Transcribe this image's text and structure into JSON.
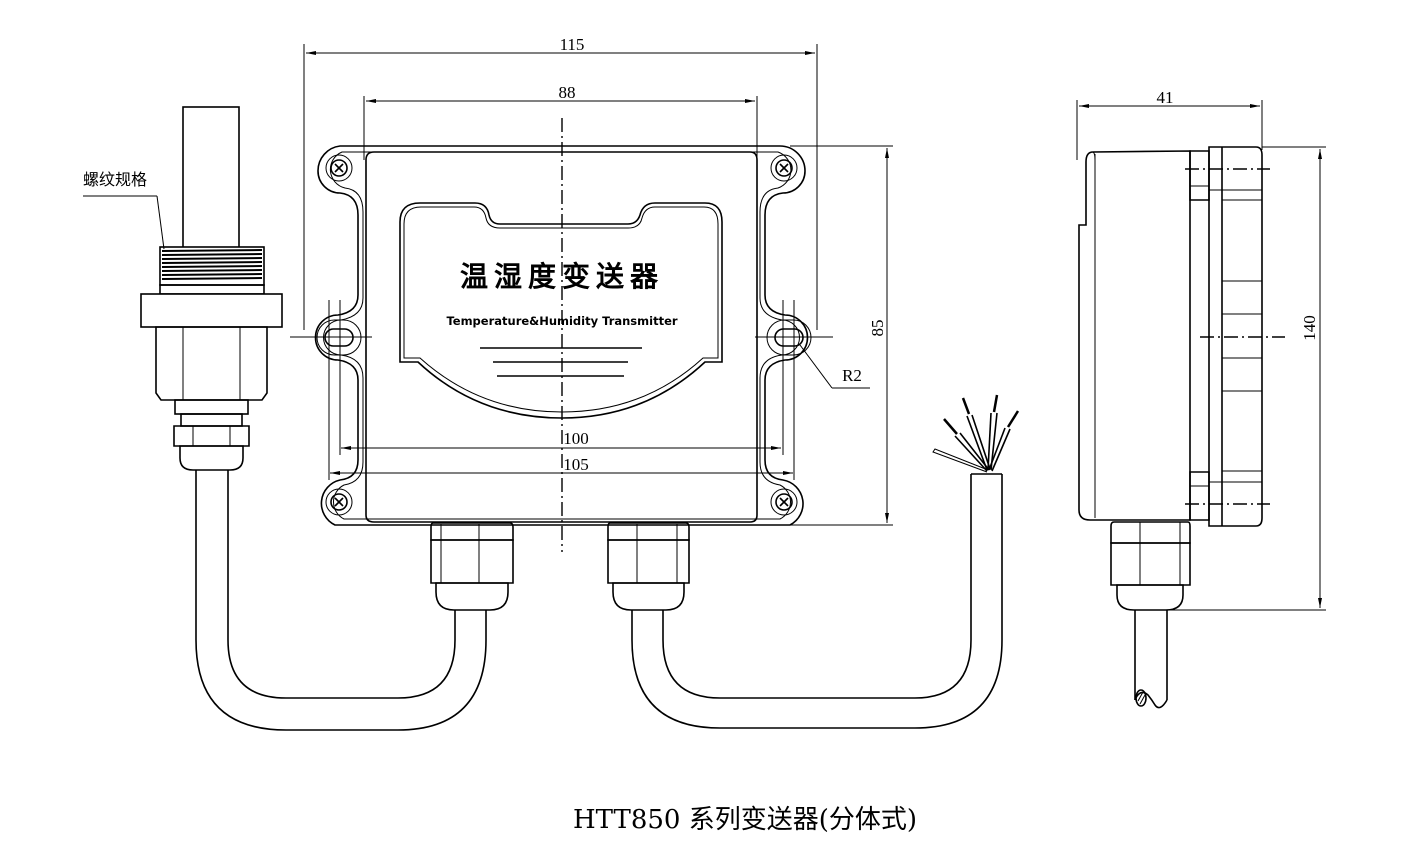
{
  "drawing": {
    "caption": "HTT850 系列变送器(分体式)",
    "front_view": {
      "panel_title": "温湿度变送器",
      "panel_subtitle": "Temperature&Humidity  Transmitter",
      "dimensions": {
        "overall_width": "115",
        "panel_width": "88",
        "height": "85",
        "hole_spacing_inner": "100",
        "hole_spacing_outer": "105",
        "slot_radius": "R2"
      }
    },
    "probe": {
      "thread_label": "螺纹规格"
    },
    "side_view": {
      "dimensions": {
        "depth": "41",
        "overall_height": "140"
      }
    }
  }
}
